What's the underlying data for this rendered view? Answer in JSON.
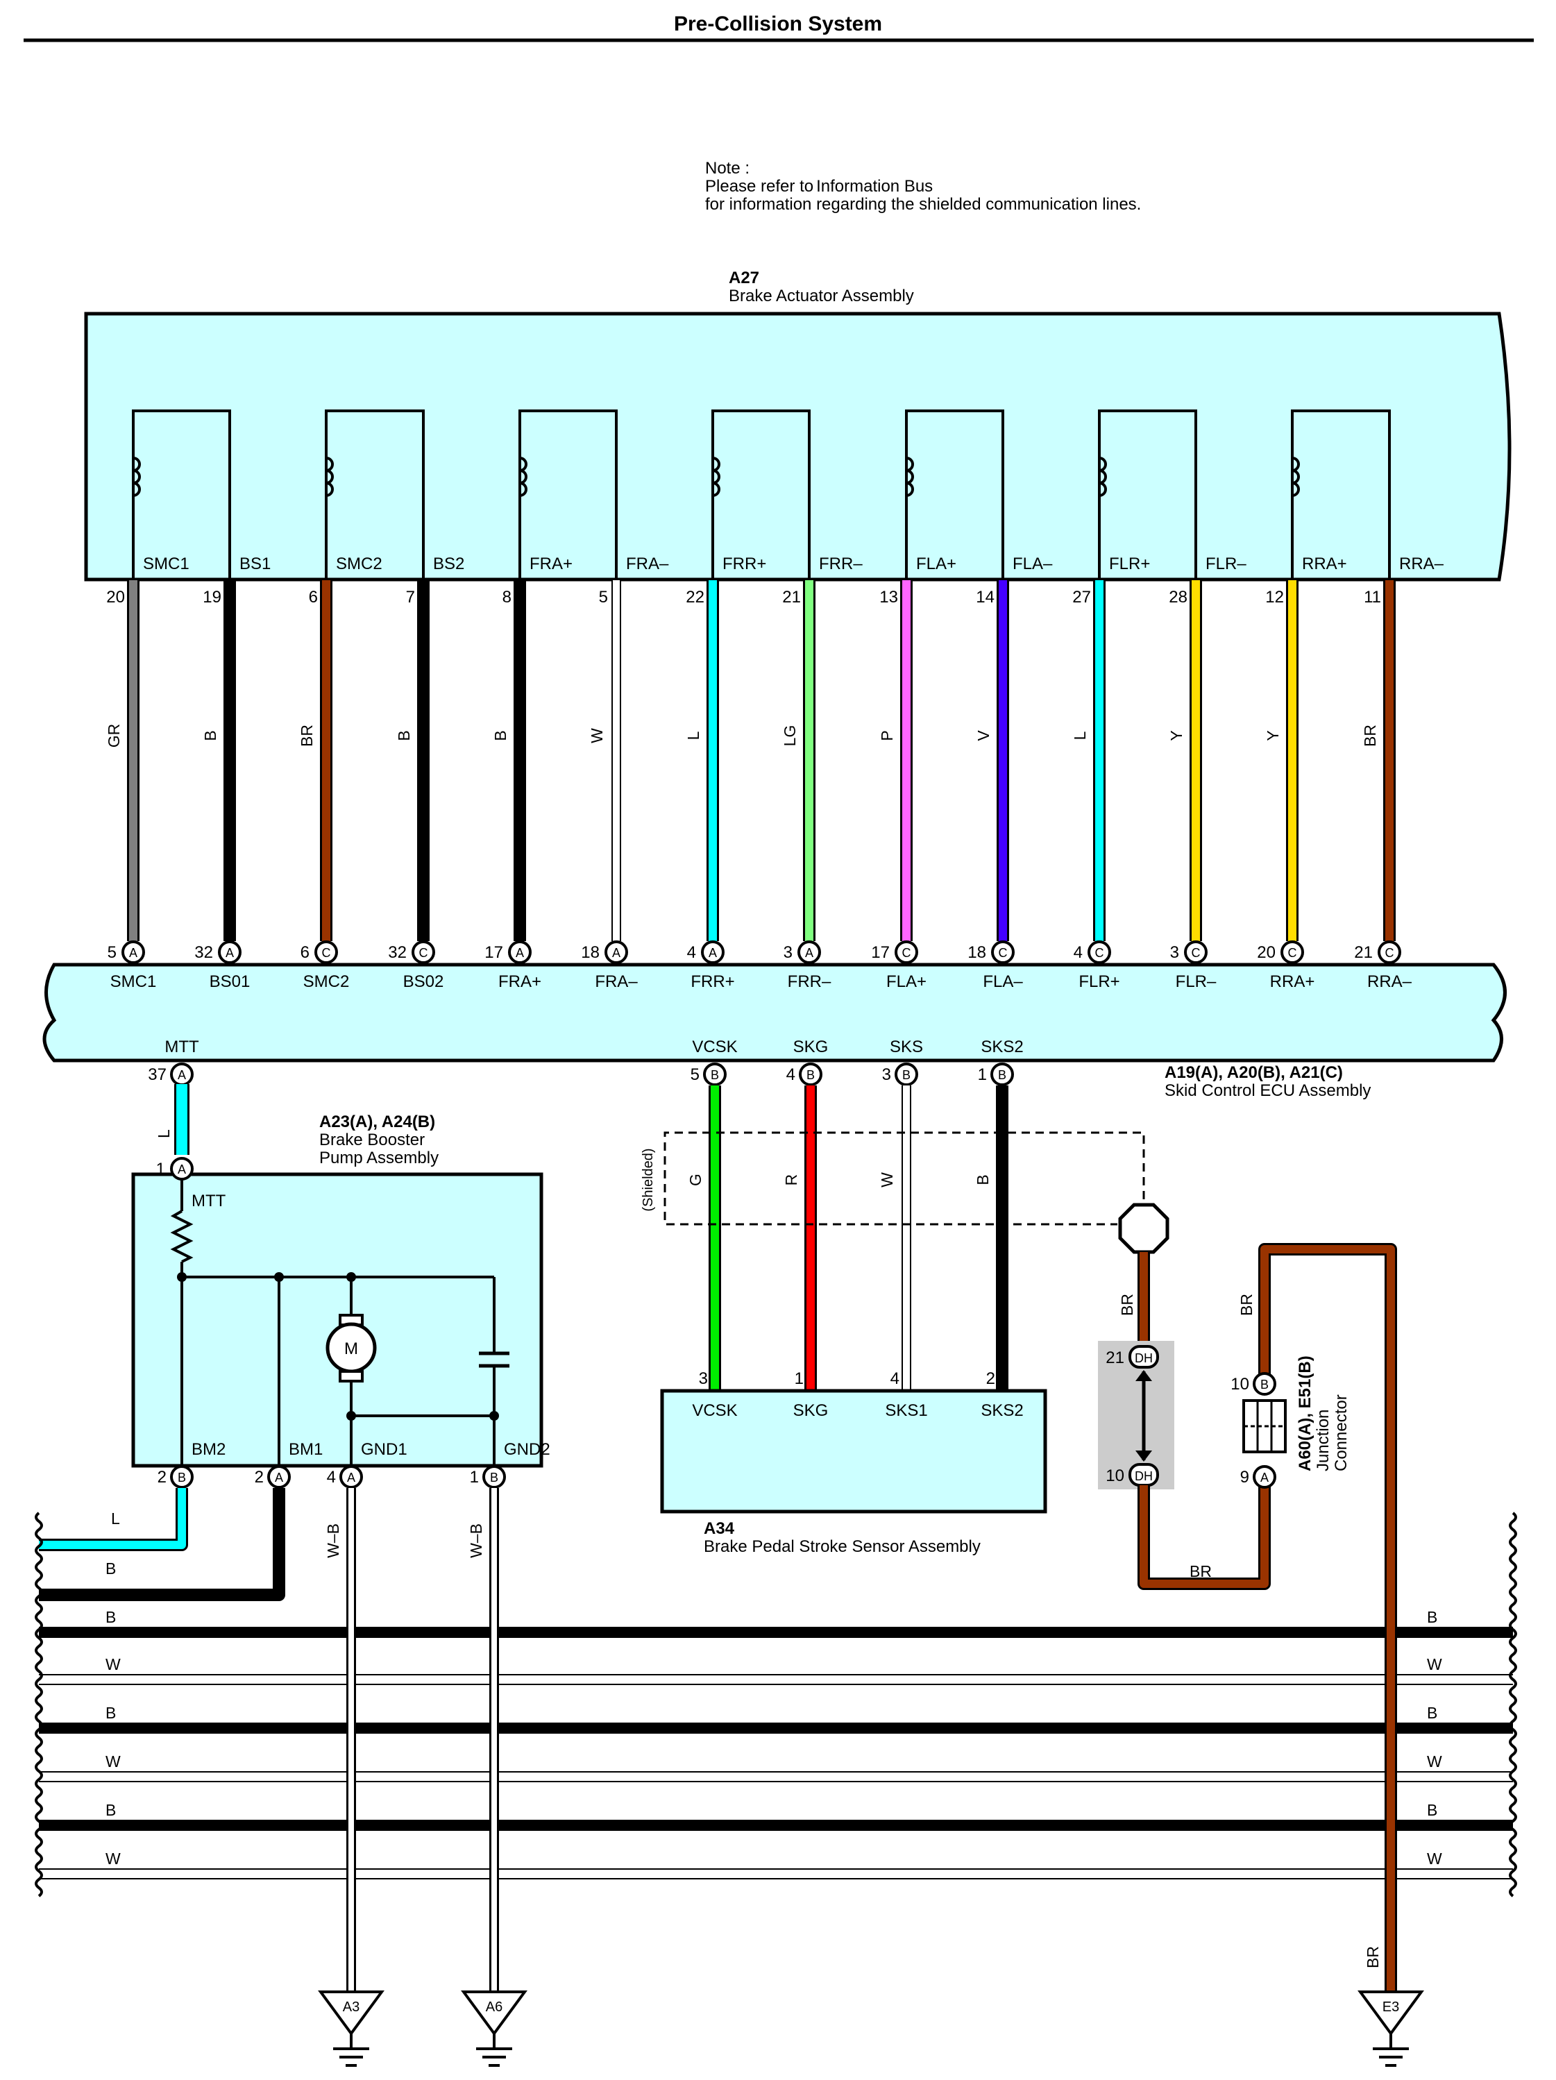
{
  "title": "Pre-Collision System",
  "note": {
    "line1": "Note :",
    "line2_prefix": "Please refer to",
    "line2_link": "Information Bus",
    "line3": "for information regarding the shielded communication lines."
  },
  "brake_actuator": {
    "code": "A27",
    "name": "Brake Actuator Assembly"
  },
  "actuator_terminals": [
    "SMC1",
    "BS1",
    "SMC2",
    "BS2",
    "FRA+",
    "FRA–",
    "FRR+",
    "FRR–",
    "FLA+",
    "FLA–",
    "FLR+",
    "FLR–",
    "RRA+",
    "RRA–"
  ],
  "actuator_wires": [
    {
      "pin": "20",
      "color": "GR",
      "hex": "#808080",
      "ecu_pin": "5",
      "ecu_conn": "A",
      "ecu_term": "SMC1"
    },
    {
      "pin": "19",
      "color": "B",
      "hex": "#000000",
      "ecu_pin": "32",
      "ecu_conn": "A",
      "ecu_term": "BS01"
    },
    {
      "pin": "6",
      "color": "BR",
      "hex": "#993300",
      "ecu_pin": "6",
      "ecu_conn": "C",
      "ecu_term": "SMC2"
    },
    {
      "pin": "7",
      "color": "B",
      "hex": "#000000",
      "ecu_pin": "32",
      "ecu_conn": "C",
      "ecu_term": "BS02"
    },
    {
      "pin": "8",
      "color": "B",
      "hex": "#000000",
      "ecu_pin": "17",
      "ecu_conn": "A",
      "ecu_term": "FRA+"
    },
    {
      "pin": "5",
      "color": "W",
      "hex": "#ffffff",
      "ecu_pin": "18",
      "ecu_conn": "A",
      "ecu_term": "FRA–"
    },
    {
      "pin": "22",
      "color": "L",
      "hex": "#00ffff",
      "ecu_pin": "4",
      "ecu_conn": "A",
      "ecu_term": "FRR+"
    },
    {
      "pin": "21",
      "color": "LG",
      "hex": "#80ff80",
      "ecu_pin": "3",
      "ecu_conn": "A",
      "ecu_term": "FRR–"
    },
    {
      "pin": "13",
      "color": "P",
      "hex": "#ff66ff",
      "ecu_pin": "17",
      "ecu_conn": "C",
      "ecu_term": "FLA+"
    },
    {
      "pin": "14",
      "color": "V",
      "hex": "#4400ff",
      "ecu_pin": "18",
      "ecu_conn": "C",
      "ecu_term": "FLA–"
    },
    {
      "pin": "27",
      "color": "L",
      "hex": "#00ffff",
      "ecu_pin": "4",
      "ecu_conn": "C",
      "ecu_term": "FLR+"
    },
    {
      "pin": "28",
      "color": "Y",
      "hex": "#ffdd00",
      "ecu_pin": "3",
      "ecu_conn": "C",
      "ecu_term": "FLR–"
    },
    {
      "pin": "12",
      "color": "Y",
      "hex": "#ffdd00",
      "ecu_pin": "20",
      "ecu_conn": "C",
      "ecu_term": "RRA+"
    },
    {
      "pin": "11",
      "color": "BR",
      "hex": "#993300",
      "ecu_pin": "21",
      "ecu_conn": "C",
      "ecu_term": "RRA–"
    }
  ],
  "skid_ecu": {
    "code": "A19(A), A20(B), A21(C)",
    "name": "Skid Control ECU Assembly",
    "bottom_pins": [
      {
        "term": "MTT",
        "pin": "37",
        "conn": "A"
      },
      {
        "term": "VCSK",
        "pin": "5",
        "conn": "B"
      },
      {
        "term": "SKG",
        "pin": "4",
        "conn": "B"
      },
      {
        "term": "SKS",
        "pin": "3",
        "conn": "B"
      },
      {
        "term": "SKS2",
        "pin": "1",
        "conn": "B"
      }
    ]
  },
  "booster": {
    "code": "A23(A), A24(B)",
    "name_line1": "Brake Booster",
    "name_line2": "Pump Assembly",
    "top_pin": {
      "pin": "1",
      "conn": "A",
      "term": "MTT",
      "wire": "L"
    },
    "motor": "M",
    "terminals": [
      {
        "term": "BM2",
        "pin": "2",
        "conn": "B"
      },
      {
        "term": "BM1",
        "pin": "2",
        "conn": "A"
      },
      {
        "term": "GND1",
        "pin": "4",
        "conn": "A"
      },
      {
        "term": "GND2",
        "pin": "1",
        "conn": "B"
      }
    ],
    "ground_wire": "W–B"
  },
  "stroke_sensor": {
    "code": "A34",
    "name": "Brake Pedal Stroke Sensor Assembly",
    "shielded": "(Shielded)",
    "wires": [
      {
        "color": "G",
        "hex": "#00ee00",
        "pin": "3",
        "term": "VCSK"
      },
      {
        "color": "R",
        "hex": "#ff0000",
        "pin": "1",
        "term": "SKG"
      },
      {
        "color": "W",
        "hex": "#ffffff",
        "pin": "4",
        "term": "SKS1"
      },
      {
        "color": "B",
        "hex": "#000000",
        "pin": "2",
        "term": "SKS2"
      }
    ]
  },
  "dh_connector": {
    "pin_top": "21",
    "pin_bottom": "10",
    "label": "DH",
    "wire": "BR"
  },
  "junction": {
    "code": "A60(A), E51(B)",
    "name_line1": "Junction",
    "name_line2": "Connector",
    "pin_top": {
      "pin": "10",
      "conn": "B"
    },
    "pin_bottom": {
      "pin": "9",
      "conn": "A"
    }
  },
  "harness_left": [
    "L",
    "B",
    "B",
    "W",
    "B",
    "W",
    "B",
    "W"
  ],
  "harness_right": [
    "B",
    "W",
    "B",
    "W",
    "B",
    "W"
  ],
  "bottom_wire_br": "BR",
  "grounds": [
    "A3",
    "A6",
    "E3"
  ]
}
